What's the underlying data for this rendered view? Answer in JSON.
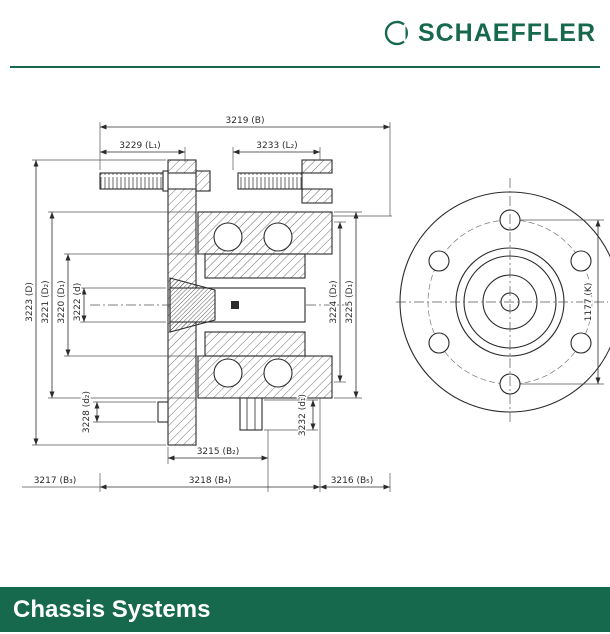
{
  "theme": {
    "brand": "#17694d",
    "ink": "#2b2b2b",
    "paper": "#ffffff"
  },
  "header": {
    "brand": "SCHAEFFLER",
    "logo_icon": "schaeffler-circle-mark"
  },
  "footer": {
    "label": "Chassis Systems"
  },
  "drawing": {
    "labels": {
      "d3219": "3219 (B)",
      "d3229": "3229 (L₁)",
      "d3233": "3233 (L₂)",
      "d3223": "3223 (D)",
      "d3221": "3221 (D₂)",
      "d3220": "3220 (D₁)",
      "d3222": "3222 (d)",
      "d3224": "3224 (D₂)",
      "d3225": "3225 (D₁)",
      "d3228": "3228 (d₂)",
      "d3215": "3215 (B₂)",
      "d3232": "3232 (d₁)",
      "d3217": "3217 (B₃)",
      "d3218": "3218 (B₄)",
      "d3216": "3216 (B₅)",
      "d1177": "1177 (K)"
    }
  }
}
